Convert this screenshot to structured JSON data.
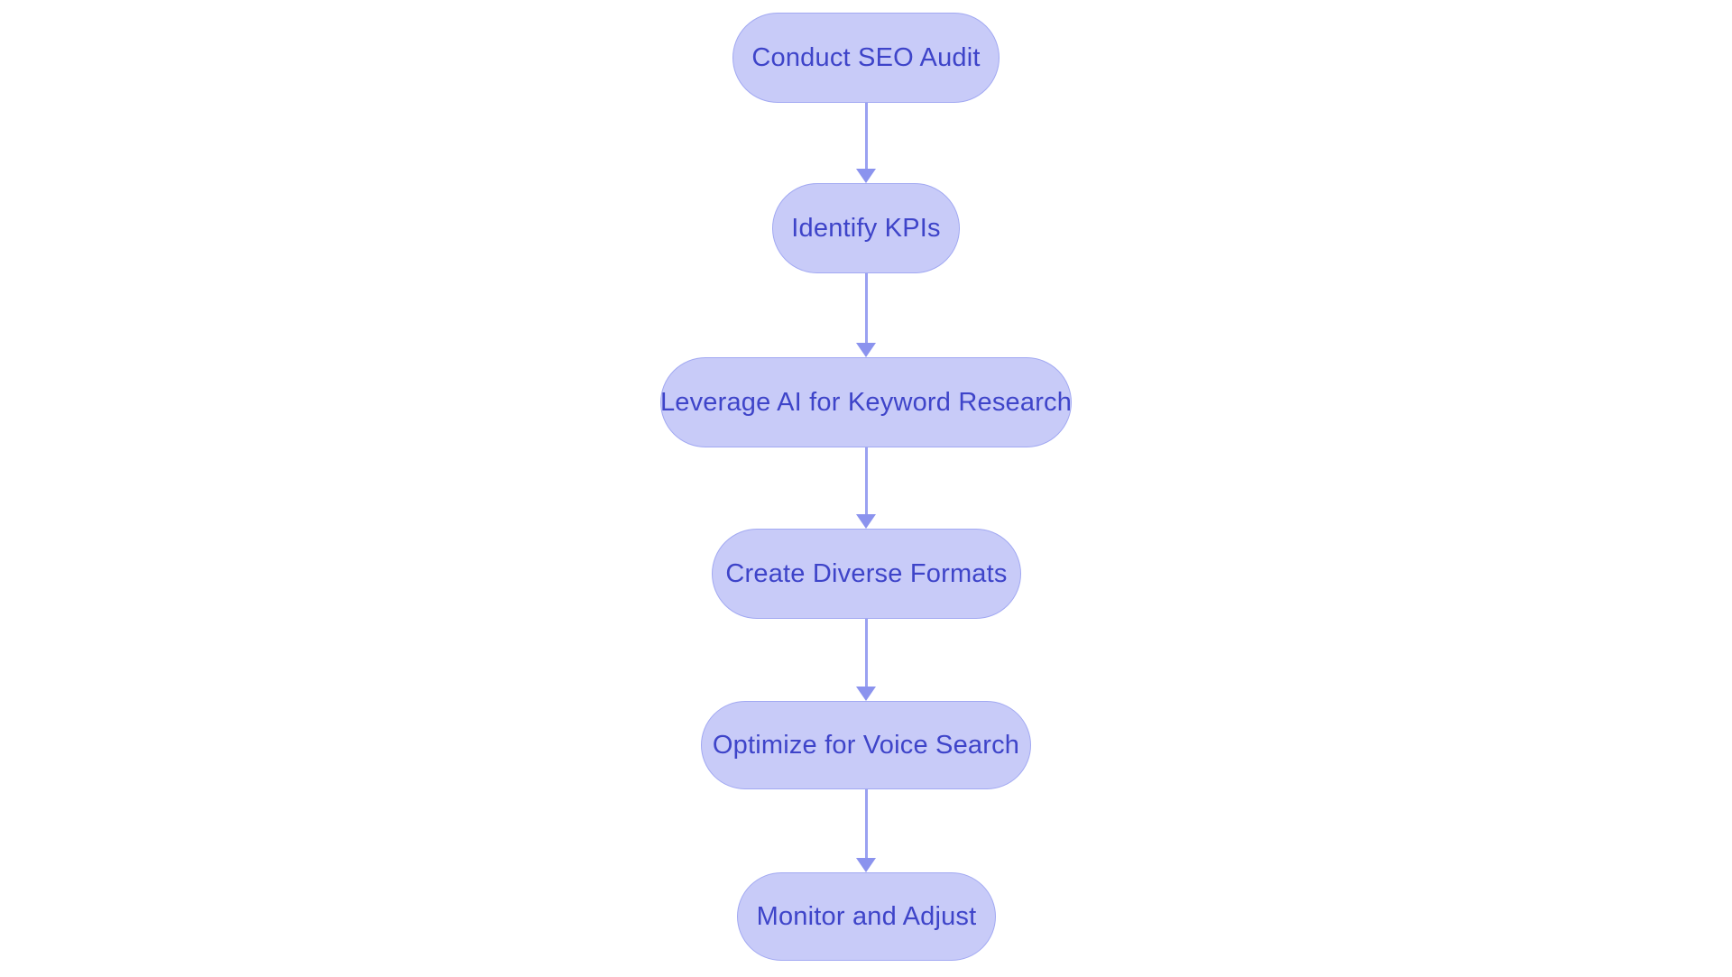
{
  "diagram": {
    "type": "flowchart",
    "direction": "top-down",
    "title": "",
    "nodes": [
      {
        "id": "n1",
        "label": "Conduct SEO Audit"
      },
      {
        "id": "n2",
        "label": "Identify KPIs"
      },
      {
        "id": "n3",
        "label": "Leverage AI for Keyword Research"
      },
      {
        "id": "n4",
        "label": "Create Diverse Formats"
      },
      {
        "id": "n5",
        "label": "Optimize for Voice Search"
      },
      {
        "id": "n6",
        "label": "Monitor and Adjust"
      }
    ],
    "edges": [
      {
        "from": "n1",
        "to": "n2"
      },
      {
        "from": "n2",
        "to": "n3"
      },
      {
        "from": "n3",
        "to": "n4"
      },
      {
        "from": "n4",
        "to": "n5"
      },
      {
        "from": "n5",
        "to": "n6"
      }
    ],
    "colors": {
      "background": "#ffffff",
      "node_fill": "#c8cbf8",
      "node_border": "#a2a9f2",
      "node_text": "#3e44c9",
      "connector_line": "#9aa1f1",
      "arrowhead": "#8b93ee"
    }
  }
}
